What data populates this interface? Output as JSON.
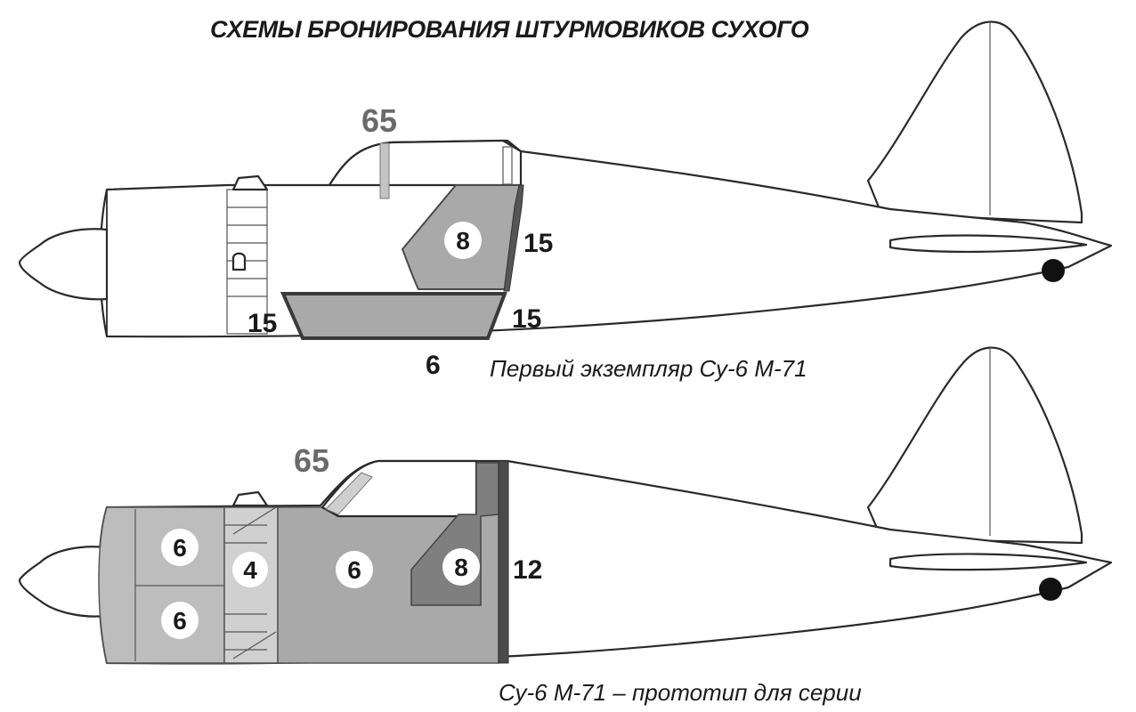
{
  "title": "СХЕМЫ БРОНИРОВАНИЯ ШТУРМОВИКОВ СУХОГО",
  "aircraft": [
    {
      "caption": "Первый экземпляр Су-6 М-71",
      "labels": {
        "canopy": "65",
        "seat_back": "8",
        "rear_plate": "15",
        "floor_rear": "15",
        "floor_front": "15",
        "floor_bottom": "6"
      }
    },
    {
      "caption": "Су-6 М-71 – прототип для серии",
      "labels": {
        "canopy": "65",
        "cowl_upper": "6",
        "cowl_lower": "6",
        "mount": "4",
        "cockpit_side": "6",
        "seat_back": "8",
        "rear_plate": "12"
      }
    }
  ],
  "colors": {
    "armor_light": "#bdbdbd",
    "armor_medium": "#a9a9a9",
    "armor_dark": "#7f7f7f",
    "armor_border": "#555555",
    "outline": "#2a2a2a"
  }
}
